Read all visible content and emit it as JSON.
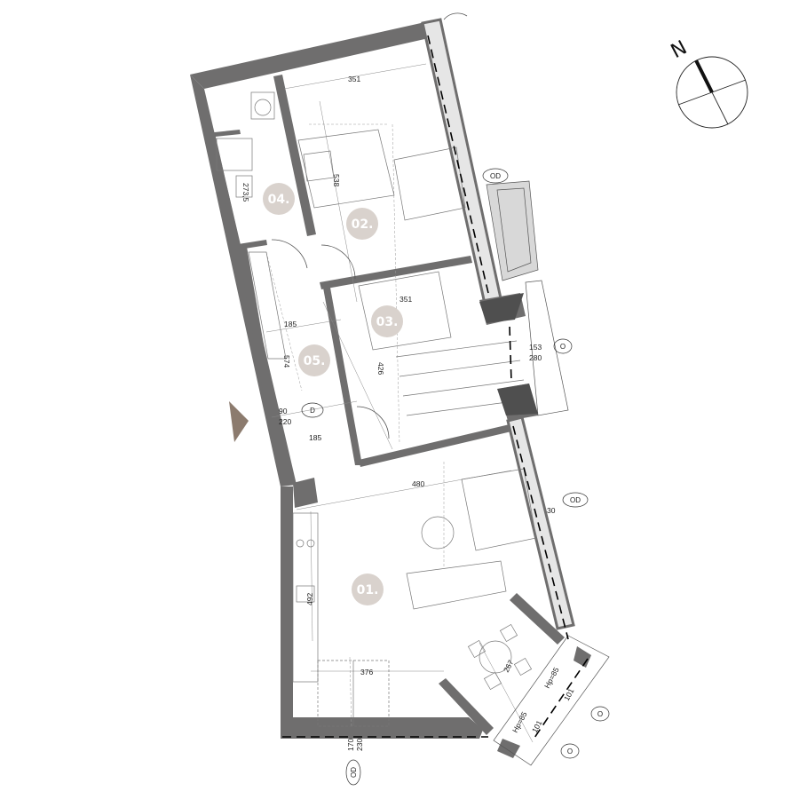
{
  "rooms": [
    {
      "id": "01",
      "label": "01."
    },
    {
      "id": "02",
      "label": "02."
    },
    {
      "id": "03",
      "label": "03."
    },
    {
      "id": "04",
      "label": "04."
    },
    {
      "id": "05",
      "label": "05."
    }
  ],
  "dimensions": {
    "d351_top": "351",
    "d538": "538",
    "d273": "273,5",
    "d351_mid": "351",
    "d185_top": "185",
    "d574": "574",
    "d426": "426",
    "d153": "153",
    "d280": "280",
    "d90": "90",
    "d220": "220",
    "d185_bottom": "185",
    "d480": "480",
    "d30": "30",
    "d492": "492",
    "d376": "376",
    "d267": "267",
    "dhp85_a": "Hp=85",
    "dhp85_b": "Hp=85",
    "d170": "170",
    "d230": "230",
    "d101_a": "101",
    "d101_b": "101"
  },
  "window_tags": {
    "od_top": "OD",
    "o_mid": "O",
    "od_right": "OD",
    "o_bal_a": "O",
    "o_bal_b": "O",
    "od_bottom": "OD",
    "d_door": "D"
  },
  "compass": {
    "north_label": "N"
  },
  "colors": {
    "wall": "#6f6e6e",
    "badge": "#d9d2cd",
    "entrance": "#8c7b6e"
  }
}
